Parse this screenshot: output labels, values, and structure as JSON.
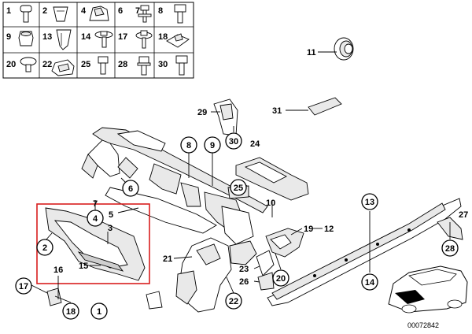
{
  "fastener_grid": {
    "row1": [
      "1",
      "2",
      "4",
      "6",
      "7",
      "8"
    ],
    "row2": [
      "9",
      "13",
      "14",
      "17",
      "18"
    ],
    "row3": [
      "20",
      "22",
      "25",
      "28",
      "30"
    ]
  },
  "callouts": {
    "c1": "1",
    "c2": "2",
    "c3": "3",
    "c4": "4",
    "c5": "5",
    "c6": "6",
    "c7": "7",
    "c8": "8",
    "c9": "9",
    "c10": "10",
    "c11": "11",
    "c12": "12",
    "c13": "13",
    "c14": "14",
    "c15": "15",
    "c16": "16",
    "c17": "17",
    "c18": "18",
    "c19": "19",
    "c20": "20",
    "c21": "21",
    "c22": "22",
    "c23": "23",
    "c24": "24",
    "c25": "25",
    "c26": "26",
    "c27": "27",
    "c28": "28",
    "c29": "29",
    "c30": "30",
    "c31": "31"
  },
  "reference_number": "00072842",
  "colors": {
    "highlight_box": "#d81e1e",
    "line": "#000000"
  }
}
